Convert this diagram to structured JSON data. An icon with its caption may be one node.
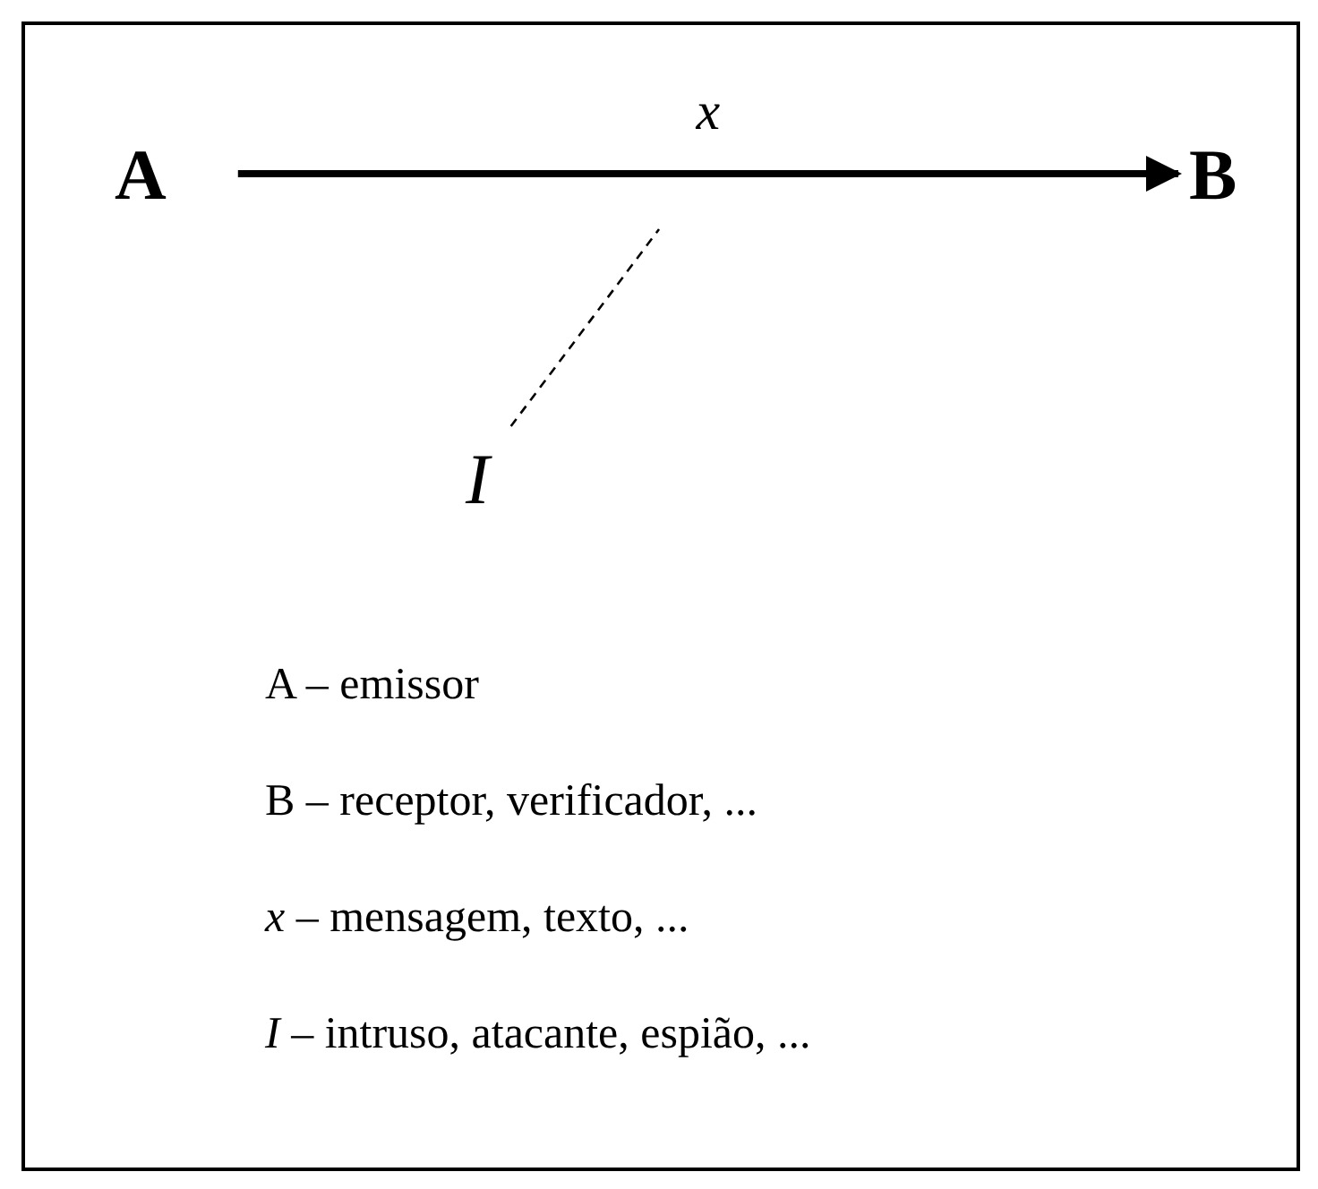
{
  "diagram": {
    "nodes": [
      {
        "text": [
          "A"
        ]
      },
      {
        "text": [
          "B"
        ]
      },
      {
        "text": [
          "I"
        ]
      }
    ],
    "edges": [
      {
        "from": 0,
        "to": 1,
        "arrow": "to",
        "label": "x",
        "style": "thick"
      },
      {
        "from": 2,
        "to": null,
        "arrow": "none",
        "style": "dashed"
      }
    ],
    "labels": [
      "A – emissor",
      "B – receptor, verificador, ...",
      "*x* – mensagem, texto, ...",
      "*I* – intruso, atacante, espião, ..."
    ]
  }
}
